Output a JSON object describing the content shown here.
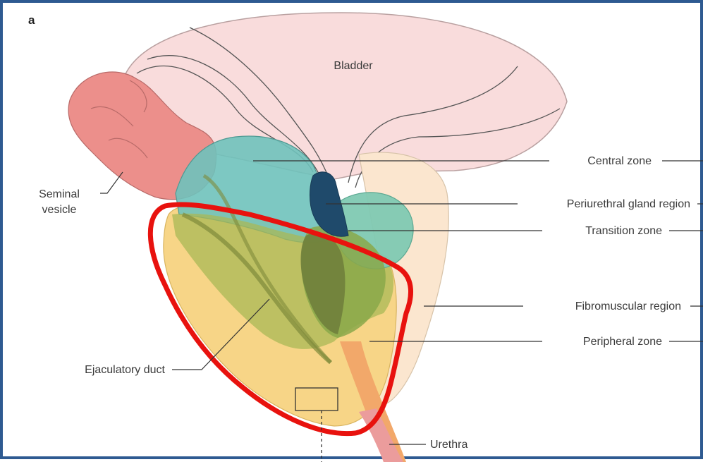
{
  "figure": {
    "panel_letter": "a",
    "colors": {
      "frame": "#2e5a91",
      "bladder": "#f9dcdc",
      "seminal_vesicle": "#ec8f8b",
      "central_zone": "#6fc2bb",
      "periurethral": "#1f4a6b",
      "transition_zone": "#7fc9b2",
      "fibromuscular": "#fbe6cf",
      "peripheral_zone": "#f7d587",
      "urethra": "#eb9c9c",
      "highlight": "#e8120e"
    }
  },
  "labels": {
    "bladder": "Bladder",
    "seminal_vesicle_1": "Seminal",
    "seminal_vesicle_2": "vesicle",
    "central_zone": "Central zone",
    "periurethral": "Periurethral gland region",
    "transition_zone": "Transition zone",
    "fibromuscular": "Fibromuscular region",
    "peripheral_zone": "Peripheral zone",
    "ejaculatory_duct": "Ejaculatory duct",
    "urethra": "Urethra"
  }
}
